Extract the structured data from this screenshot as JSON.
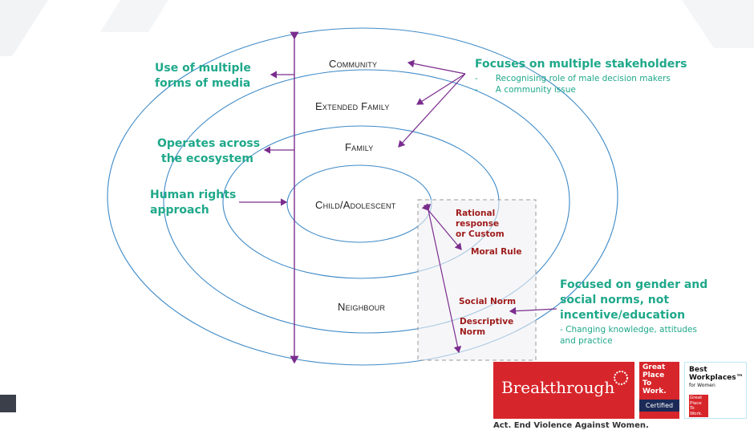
{
  "rings": {
    "community": "Community",
    "extended_family": "Extended Family",
    "family": "Family",
    "child": "Child/Adolescent",
    "neighbour": "Neighbour"
  },
  "left_labels": {
    "media": [
      "Use of multiple",
      "forms of media"
    ],
    "ecosystem": [
      "Operates across",
      "the ecosystem"
    ],
    "human_rights": [
      "Human rights",
      "approach"
    ]
  },
  "stakeholders": {
    "title": "Focuses on multiple stakeholders",
    "items": [
      "Recognising role of male decision makers",
      "A community issue"
    ],
    "dash": "-"
  },
  "norms_box": {
    "rational": [
      "Rational",
      "response",
      "or Custom"
    ],
    "moral": "Moral Rule",
    "social": "Social Norm",
    "descriptive": [
      "Descriptive",
      "Norm"
    ]
  },
  "gender": {
    "title": [
      "Focused on gender and",
      "social norms, not",
      "incentive/education"
    ],
    "sub": [
      "- Changing knowledge, attitudes",
      "and practice"
    ]
  },
  "logos": {
    "breakthrough": "Breakthrough",
    "tagline": "Act. End Violence Against Women.",
    "gptw": [
      "Great",
      "Place",
      "To",
      "Work."
    ],
    "certified": "Certified",
    "best": [
      "Best",
      "Workplaces™",
      "for Women"
    ],
    "gptw_small": [
      "Great",
      "Place",
      "To",
      "Work."
    ]
  },
  "colors": {
    "green": "#1fa88a",
    "purple": "#7b2d8e",
    "dark_red": "#9e1b1b",
    "brand_red": "#d7262b"
  }
}
